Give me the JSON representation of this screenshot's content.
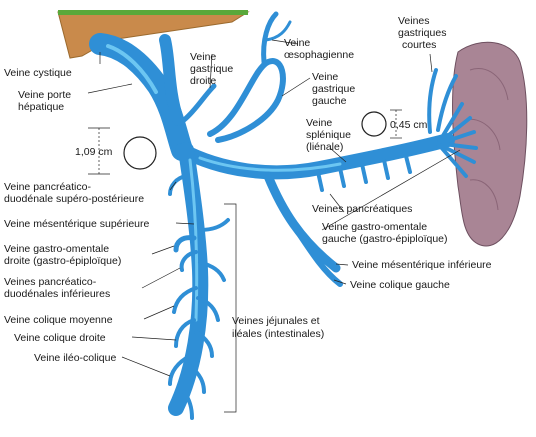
{
  "colors": {
    "vein": "#2f8fd6",
    "vein_highlight": "#6cc6f2",
    "liver": "#c98a4b",
    "liver_edge": "#9b6a2e",
    "liver_top": "#5aa83a",
    "spleen": "#a98595",
    "spleen_dark": "#6e5060"
  },
  "labels": {
    "cystique": "Veine cystique",
    "porte_1": "Veine porte",
    "porte_2": "hépatique",
    "gastrique_droite_1": "Veine",
    "gastrique_droite_2": "gastrique",
    "gastrique_droite_3": "droite",
    "oesophagienne_1": "Veine",
    "oesophagienne_2": "œsophagienne",
    "gastrique_gauche_1": "Veine",
    "gastrique_gauche_2": "gastrique",
    "gastrique_gauche_3": "gauche",
    "courtes_1": "Veines",
    "courtes_2": "gastriques",
    "courtes_3": "courtes",
    "splenique_1": "Veine",
    "splenique_2": "splénique",
    "splenique_3": "(liénale)",
    "measure_left": "1,09 cm",
    "measure_right": "0,45 cm",
    "pancreatico_sup_1": "Veine pancréatico-",
    "pancreatico_sup_2": "duodénale supéro-postérieure",
    "mesenterique_sup": "Veine mésentérique supérieure",
    "pancreatiques": "Veines pancréatiques",
    "gastro_omentale_gauche_1": "Veine gastro-omentale",
    "gastro_omentale_gauche_2": "gauche (gastro-épiploïque)",
    "gastro_omentale_droite_1": "Veine gastro-omentale",
    "gastro_omentale_droite_2": "droite (gastro-épiploïque)",
    "pancreatico_inf_1": "Veines pancréatico-",
    "pancreatico_inf_2": "duodénales inférieures",
    "mesenterique_inf": "Veine mésentérique inférieure",
    "colique_gauche": "Veine colique gauche",
    "colique_moyenne": "Veine colique moyenne",
    "colique_droite": "Veine colique droite",
    "ileo_colique": "Veine iléo-colique",
    "jejunales_1": "Veines jéjunales et",
    "jejunales_2": "iléales (intestinales)"
  }
}
